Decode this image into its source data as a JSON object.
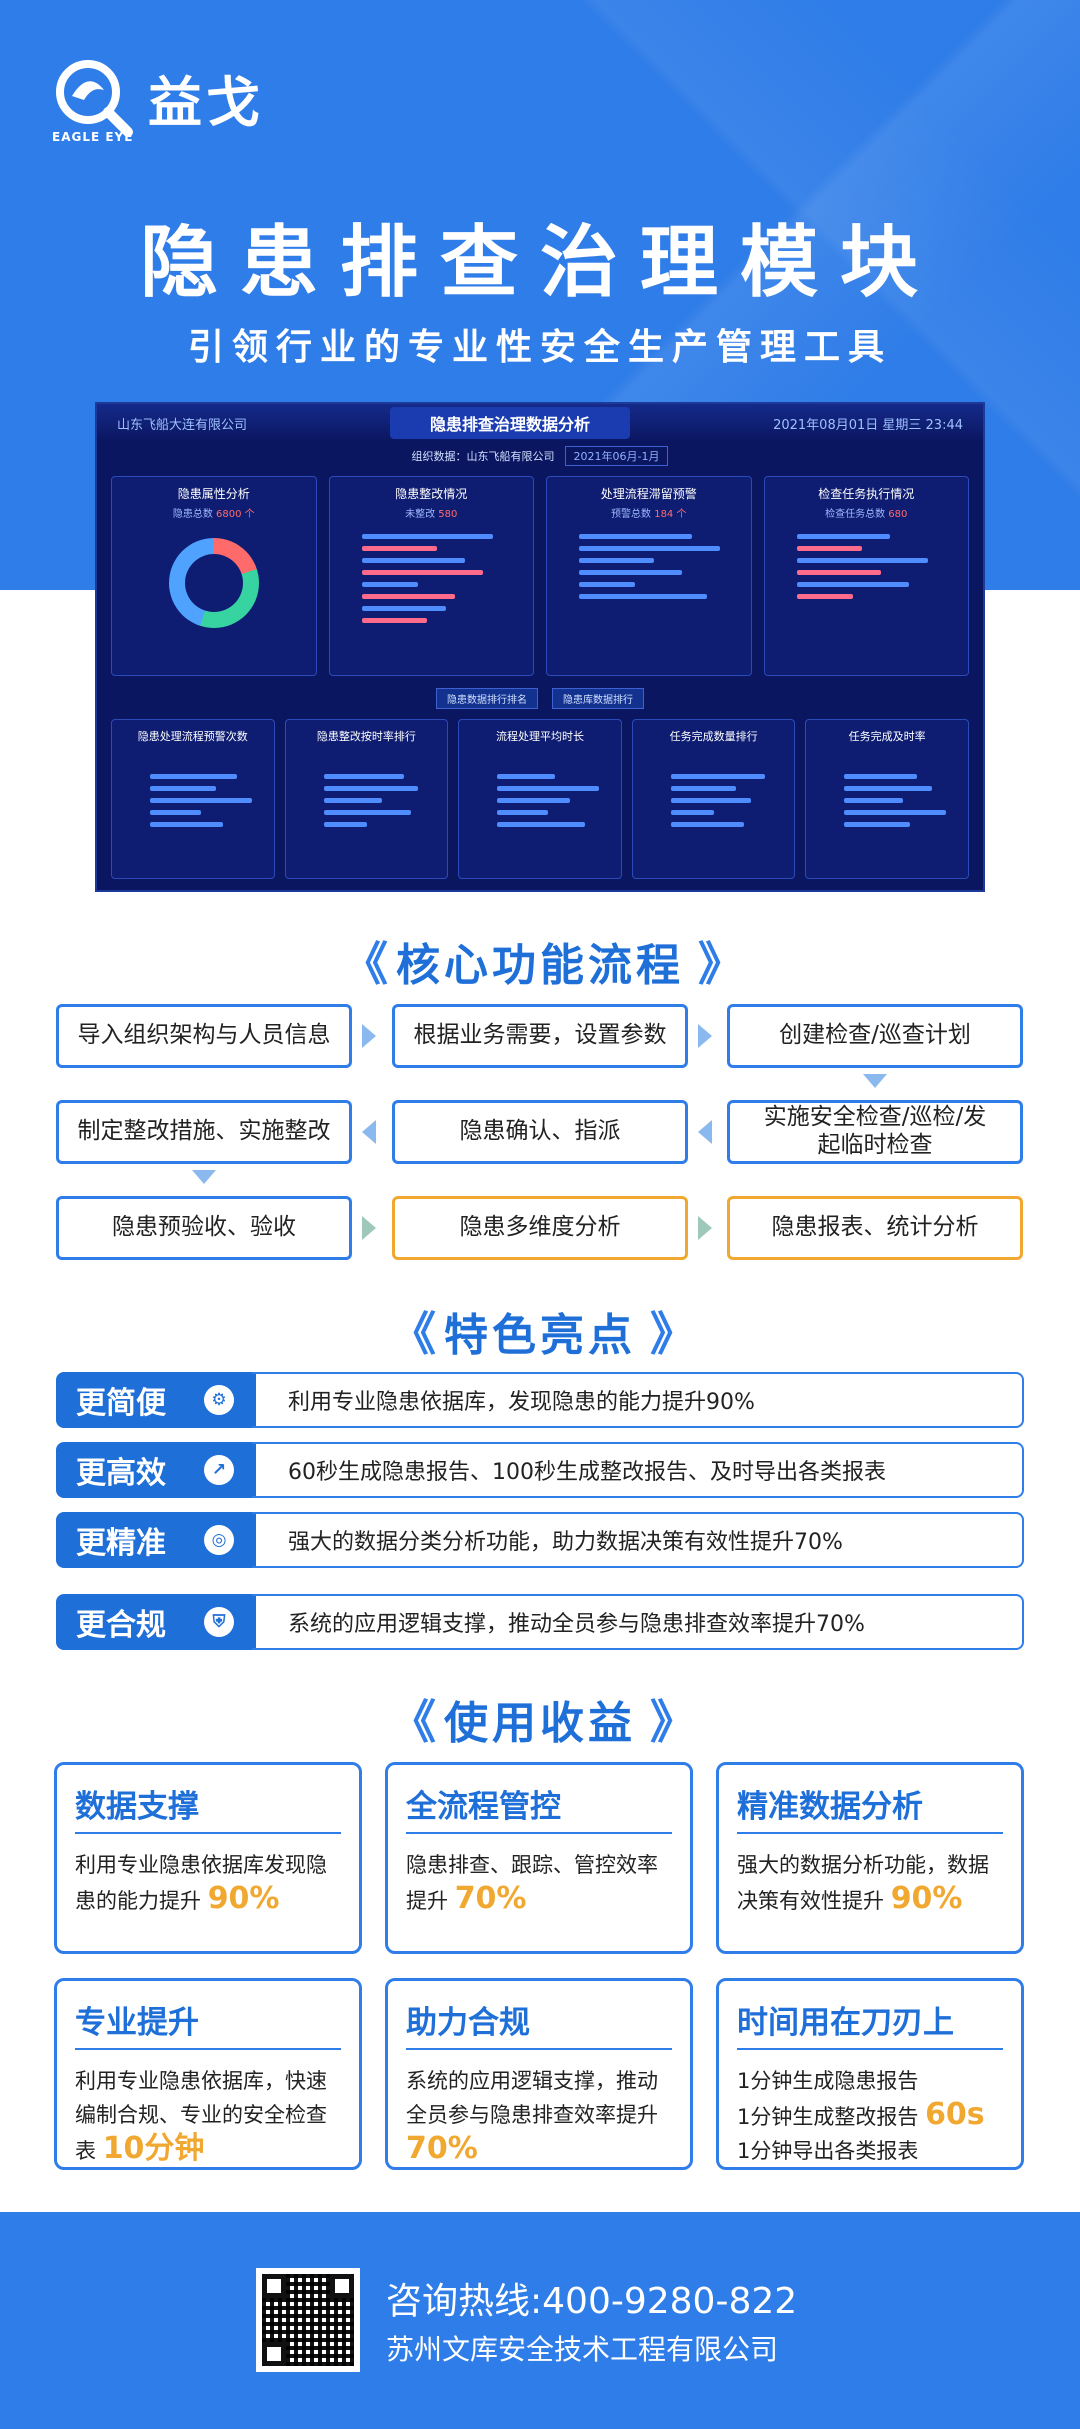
{
  "brand": {
    "name": "益戈",
    "sub": "EAGLE EYE"
  },
  "hero": {
    "title": "隐患排查治理模块",
    "subtitle": "引领行业的专业性安全生产管理工具"
  },
  "dashboard": {
    "company": "山东飞船大连有限公司",
    "title": "隐患排查治理数据分析",
    "status": "2021年08月01日  星期三  23:44",
    "org_label": "组织数据：山东飞船有限公司",
    "date_box": "2021年06月-1月",
    "panels": [
      {
        "title": "隐患属性分析",
        "sub_label": "隐患总数",
        "sub_value": "6800 个"
      },
      {
        "title": "隐患整改情况",
        "sub_label": "未整改",
        "sub_value": "580"
      },
      {
        "title": "处理流程滞留预警",
        "sub_label": "预警总数",
        "sub_value": "184 个"
      },
      {
        "title": "检查任务执行情况",
        "sub_label": "检查任务总数",
        "sub_value": "680"
      }
    ],
    "tabs": [
      "隐患数据排行排名",
      "隐患库数据排行"
    ],
    "bottom_panels": [
      "隐患处理流程预警次数",
      "隐患整改按时率排行",
      "流程处理平均时长",
      "任务完成数量排行",
      "任务完成及时率"
    ]
  },
  "sections": {
    "flow": "核心功能流程",
    "highlights": "特色亮点",
    "benefits": "使用收益"
  },
  "flow": [
    "导入组织架构与人员信息",
    "根据业务需要，设置参数",
    "创建检查/巡查计划",
    "制定整改措施、实施整改",
    "隐患确认、指派",
    "实施安全检查/巡检/发起临时检查",
    "隐患预验收、验收",
    "隐患多维度分析",
    "隐患报表、统计分析"
  ],
  "highlights": [
    {
      "tag": "更简便",
      "icon": "gear-icon",
      "text": "利用专业隐患依据库，发现隐患的能力提升90%"
    },
    {
      "tag": "更高效",
      "icon": "trend-icon",
      "text": "60秒生成隐患报告、100秒生成整改报告、及时导出各类报表"
    },
    {
      "tag": "更精准",
      "icon": "target-icon",
      "text": "强大的数据分类分析功能，助力数据决策有效性提升70%"
    },
    {
      "tag": "更合规",
      "icon": "shield-icon",
      "text": "系统的应用逻辑支撑，推动全员参与隐患排查效率提升70%"
    }
  ],
  "benefits": [
    {
      "title": "数据支撑",
      "text": "利用专业隐患依据库发现隐患的能力提升",
      "highlight": "90%"
    },
    {
      "title": "全流程管控",
      "text": "隐患排查、跟踪、管控效率提升",
      "highlight": "70%"
    },
    {
      "title": "精准数据分析",
      "text": "强大的数据分析功能，数据决策有效性提升",
      "highlight": "90%"
    },
    {
      "title": "专业提升",
      "text": "利用专业隐患依据库，快速编制合规、专业的安全检查表",
      "highlight": "10分钟"
    },
    {
      "title": "助力合规",
      "text": "系统的应用逻辑支撑，推动全员参与隐患排查效率提升",
      "highlight": "70%"
    },
    {
      "title": "时间用在刀刃上",
      "lines": [
        "1分钟生成隐患报告",
        "1分钟生成整改报告",
        "1分钟导出各类报表"
      ],
      "highlight": "60s"
    }
  ],
  "footer": {
    "hotline": "咨询热线:400-9280-822",
    "company": "苏州文库安全技术工程有限公司"
  }
}
